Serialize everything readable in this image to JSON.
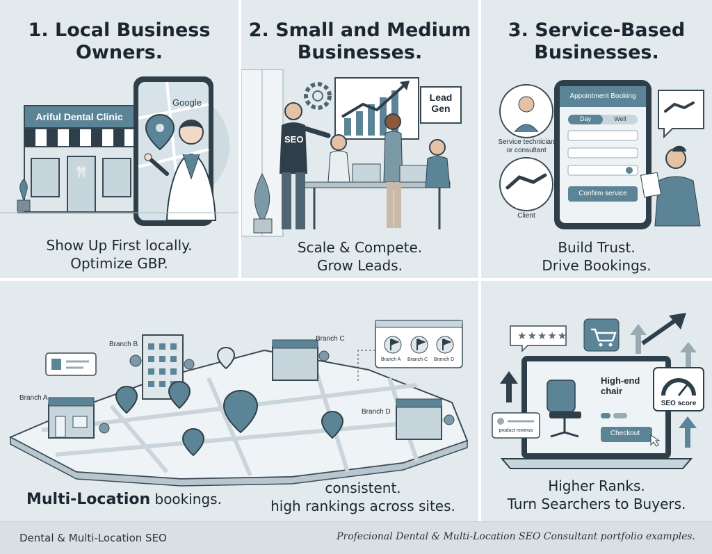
{
  "panels": {
    "local": {
      "title_line1": "1. Local Business",
      "title_line2": "Owners.",
      "clinic_sign": "Ariful Dental Clinic",
      "map_brand": "Google",
      "caption_line1": "Show Up First locally.",
      "caption_line2": "Optimize GBP."
    },
    "smb": {
      "title_line1": "2. Small and Medium",
      "title_line2": "Businesses.",
      "shirt_text": "SEO",
      "lead_gen_line1": "Lead",
      "lead_gen_line2": "Gen",
      "caption_line1": "Scale & Compete.",
      "caption_line2": "Grow Leads."
    },
    "service": {
      "title_line1": "3. Service-Based",
      "title_line2": "Businesses.",
      "app_title": "Appointment Booking",
      "tab_day": "Day",
      "tab_week": "Well",
      "confirm_button": "Confirm service",
      "technician_label_line1": "Service technician",
      "technician_label_line2": "or consultant",
      "client_label": "Client",
      "caption_line1": "Build Trust.",
      "caption_line2": "Drive Bookings."
    },
    "multi": {
      "branch_a": "Branch A",
      "branch_b": "Branch B",
      "branch_c": "Branch C",
      "branch_d": "Branch D",
      "legend_a": "Branch A",
      "legend_c": "Branch C",
      "legend_d": "Branch D",
      "caption_bold": "Multi-Location",
      "caption_rest": " bookings.",
      "caption_right_line1": "consistent.",
      "caption_right_line2": "high rankings across sites."
    },
    "ecom": {
      "product_name_line1": "High-end",
      "product_name_line2": "chair",
      "checkout_button": "Checkout",
      "seo_score_label": "SEO score",
      "reviews_label": "product reviews",
      "stars": "★★★★★",
      "caption_line1": "Higher Ranks.",
      "caption_line2": "Turn Searchers to Buyers."
    }
  },
  "footer": {
    "left": "Dental & Multi-Location SEO",
    "right": "Profecional Dental & Multi-Location SEO Consultant portfolio examples."
  },
  "colors": {
    "accent": "#5b8597",
    "dark": "#2f3f4a",
    "panel_bg": "#e2eaee"
  }
}
